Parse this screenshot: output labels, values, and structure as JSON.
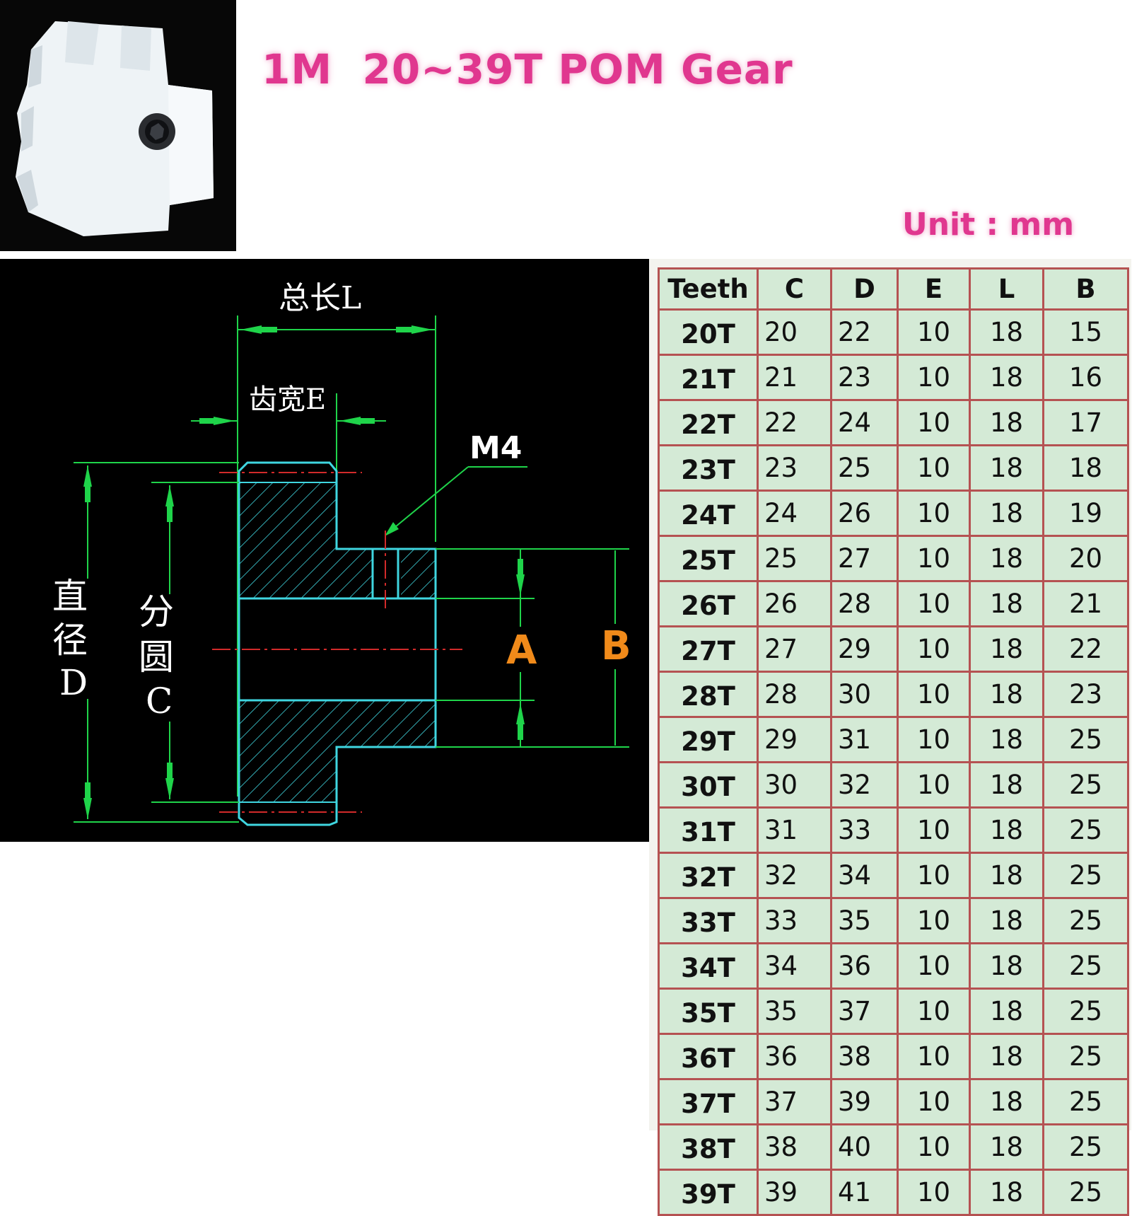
{
  "title": "1M  20~39T POM Gear",
  "unit_label": "Unit : mm",
  "photo": {
    "description_icon": "white-pom-gear-with-set-screw"
  },
  "drawing": {
    "label_total_length": "总长L",
    "label_tooth_width": "齿宽E",
    "label_screw": "M4",
    "label_diameter": [
      "直",
      "径",
      "D"
    ],
    "label_pitch": [
      "分",
      "圆",
      "C"
    ],
    "label_a": "A",
    "label_b": "B",
    "colors": {
      "dimension": "#1fd44a",
      "outline": "#3fd6e0",
      "center": "#d12a2a",
      "accent": "#f08a1a"
    }
  },
  "table": {
    "headers": [
      "Teeth",
      "C",
      "D",
      "E",
      "L",
      "B"
    ],
    "rows": [
      [
        "20T",
        "20",
        "22",
        "10",
        "18",
        "15"
      ],
      [
        "21T",
        "21",
        "23",
        "10",
        "18",
        "16"
      ],
      [
        "22T",
        "22",
        "24",
        "10",
        "18",
        "17"
      ],
      [
        "23T",
        "23",
        "25",
        "10",
        "18",
        "18"
      ],
      [
        "24T",
        "24",
        "26",
        "10",
        "18",
        "19"
      ],
      [
        "25T",
        "25",
        "27",
        "10",
        "18",
        "20"
      ],
      [
        "26T",
        "26",
        "28",
        "10",
        "18",
        "21"
      ],
      [
        "27T",
        "27",
        "29",
        "10",
        "18",
        "22"
      ],
      [
        "28T",
        "28",
        "30",
        "10",
        "18",
        "23"
      ],
      [
        "29T",
        "29",
        "31",
        "10",
        "18",
        "25"
      ],
      [
        "30T",
        "30",
        "32",
        "10",
        "18",
        "25"
      ],
      [
        "31T",
        "31",
        "33",
        "10",
        "18",
        "25"
      ],
      [
        "32T",
        "32",
        "34",
        "10",
        "18",
        "25"
      ],
      [
        "33T",
        "33",
        "35",
        "10",
        "18",
        "25"
      ],
      [
        "34T",
        "34",
        "36",
        "10",
        "18",
        "25"
      ],
      [
        "35T",
        "35",
        "37",
        "10",
        "18",
        "25"
      ],
      [
        "36T",
        "36",
        "38",
        "10",
        "18",
        "25"
      ],
      [
        "37T",
        "37",
        "39",
        "10",
        "18",
        "25"
      ],
      [
        "38T",
        "38",
        "40",
        "10",
        "18",
        "25"
      ],
      [
        "39T",
        "39",
        "41",
        "10",
        "18",
        "25"
      ]
    ],
    "colors": {
      "cell_bg": "#d4ead6",
      "border": "#b55252"
    }
  }
}
